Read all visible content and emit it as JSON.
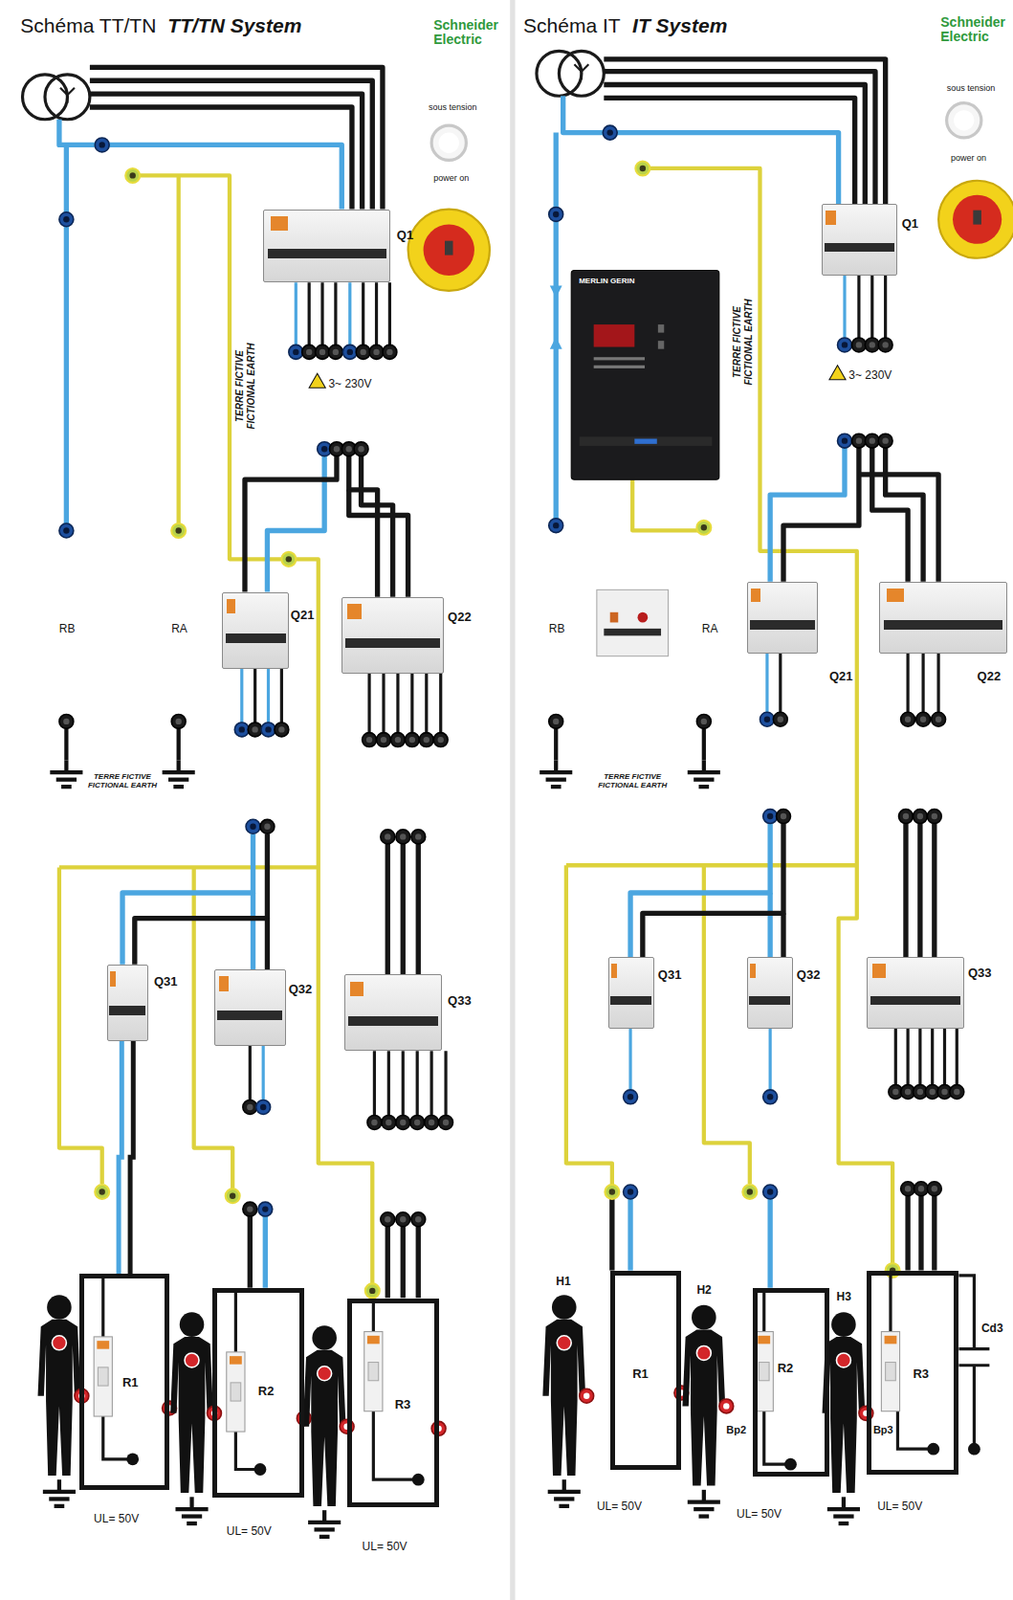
{
  "diagram": {
    "nodes": [
      {
        "text": [
          "Schéma TT/TN",
          "TT/TN System"
        ]
      },
      {
        "text": [
          "Q1"
        ],
        "in": 0
      },
      {
        "text": [
          "Q21"
        ],
        "in": 0
      },
      {
        "text": [
          "Q22"
        ],
        "in": 0
      },
      {
        "text": [
          "Q31"
        ],
        "in": 0
      },
      {
        "text": [
          "Q32"
        ],
        "in": 0
      },
      {
        "text": [
          "Q33"
        ],
        "in": 0
      },
      {
        "text": [
          "R1"
        ],
        "in": 0
      },
      {
        "text": [
          "R2"
        ],
        "in": 0
      },
      {
        "text": [
          "R3"
        ],
        "in": 0
      },
      {
        "text": [
          "Schéma IT",
          "IT System"
        ]
      },
      {
        "text": [
          "MERLIN GERIN"
        ],
        "in": 10
      },
      {
        "text": [
          "Q1"
        ],
        "in": 10
      },
      {
        "text": [
          "Q21"
        ],
        "in": 10
      },
      {
        "text": [
          "Q22"
        ],
        "in": 10
      },
      {
        "text": [
          "Q31"
        ],
        "in": 10
      },
      {
        "text": [
          "Q32"
        ],
        "in": 10
      },
      {
        "text": [
          "Q33"
        ],
        "in": 10
      },
      {
        "text": [
          "R1"
        ],
        "in": 10
      },
      {
        "text": [
          "R2"
        ],
        "in": 10
      },
      {
        "text": [
          "R3"
        ],
        "in": 10
      }
    ],
    "edges": [
      {
        "from": 4,
        "to": 7,
        "arrow": "none"
      }
    ],
    "labels": [
      "Schneider Electric",
      "sous tension",
      "power on",
      "3~ 230V",
      "TERRE FICTIVE FICTIONAL EARTH",
      "RB",
      "RA",
      "TERRE FICTIVE FICTIONAL EARTH",
      "UL= 50V",
      "UL= 50V",
      "UL= 50V",
      "Schneider Electric",
      "sous tension",
      "power on",
      "3~ 230V",
      "TERRE FICTIVE FICTIONAL EARTH",
      "RB",
      "RA",
      "TERRE FICTIVE FICTIONAL EARTH",
      "H1",
      "H2",
      "H3",
      "Bp2",
      "Bp3",
      "Cd3",
      "UL= 50V",
      "UL= 50V",
      "UL= 50V"
    ]
  }
}
